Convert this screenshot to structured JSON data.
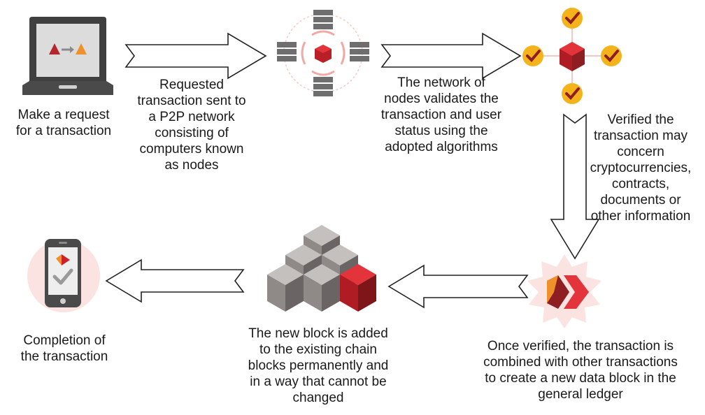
{
  "steps": [
    {
      "caption": "Make a request\nfor a transaction",
      "icon": "laptop-icon"
    },
    {
      "caption": "Requested\ntransaction sent to\na P2P network\nconsisting of\ncomputers known\nas nodes",
      "icon": "network-nodes-icon"
    },
    {
      "caption": "The network of\nnodes validates the\ntransaction and user\nstatus using the\nadopted algorithms",
      "icon": "validated-nodes-icon"
    },
    {
      "caption": "Verified the\ntransaction may\nconcern\ncryptocurrencies,\ncontracts,\ndocuments or\nother information",
      "icon": "verified-block-icon"
    },
    {
      "caption": "Once verified, the transaction is\ncombined with other transactions\nto create a new data block in the\ngeneral ledger",
      "icon": "new-block-icon"
    },
    {
      "caption": "The new block is added\nto the existing chain\nblocks permanently and\nin a way that cannot be\nchanged",
      "icon": "block-chain-icon"
    },
    {
      "caption": "Completion of\nthe transaction",
      "icon": "smartphone-check-icon"
    }
  ],
  "colors": {
    "accent_red": "#cc2027",
    "dark_red": "#8e1e22",
    "orange": "#f0902a",
    "gold": "#f4b21b",
    "server_gray": "#707070",
    "cube_gray": "#a8a4a2",
    "glow_pink": "#fbe3e1"
  }
}
